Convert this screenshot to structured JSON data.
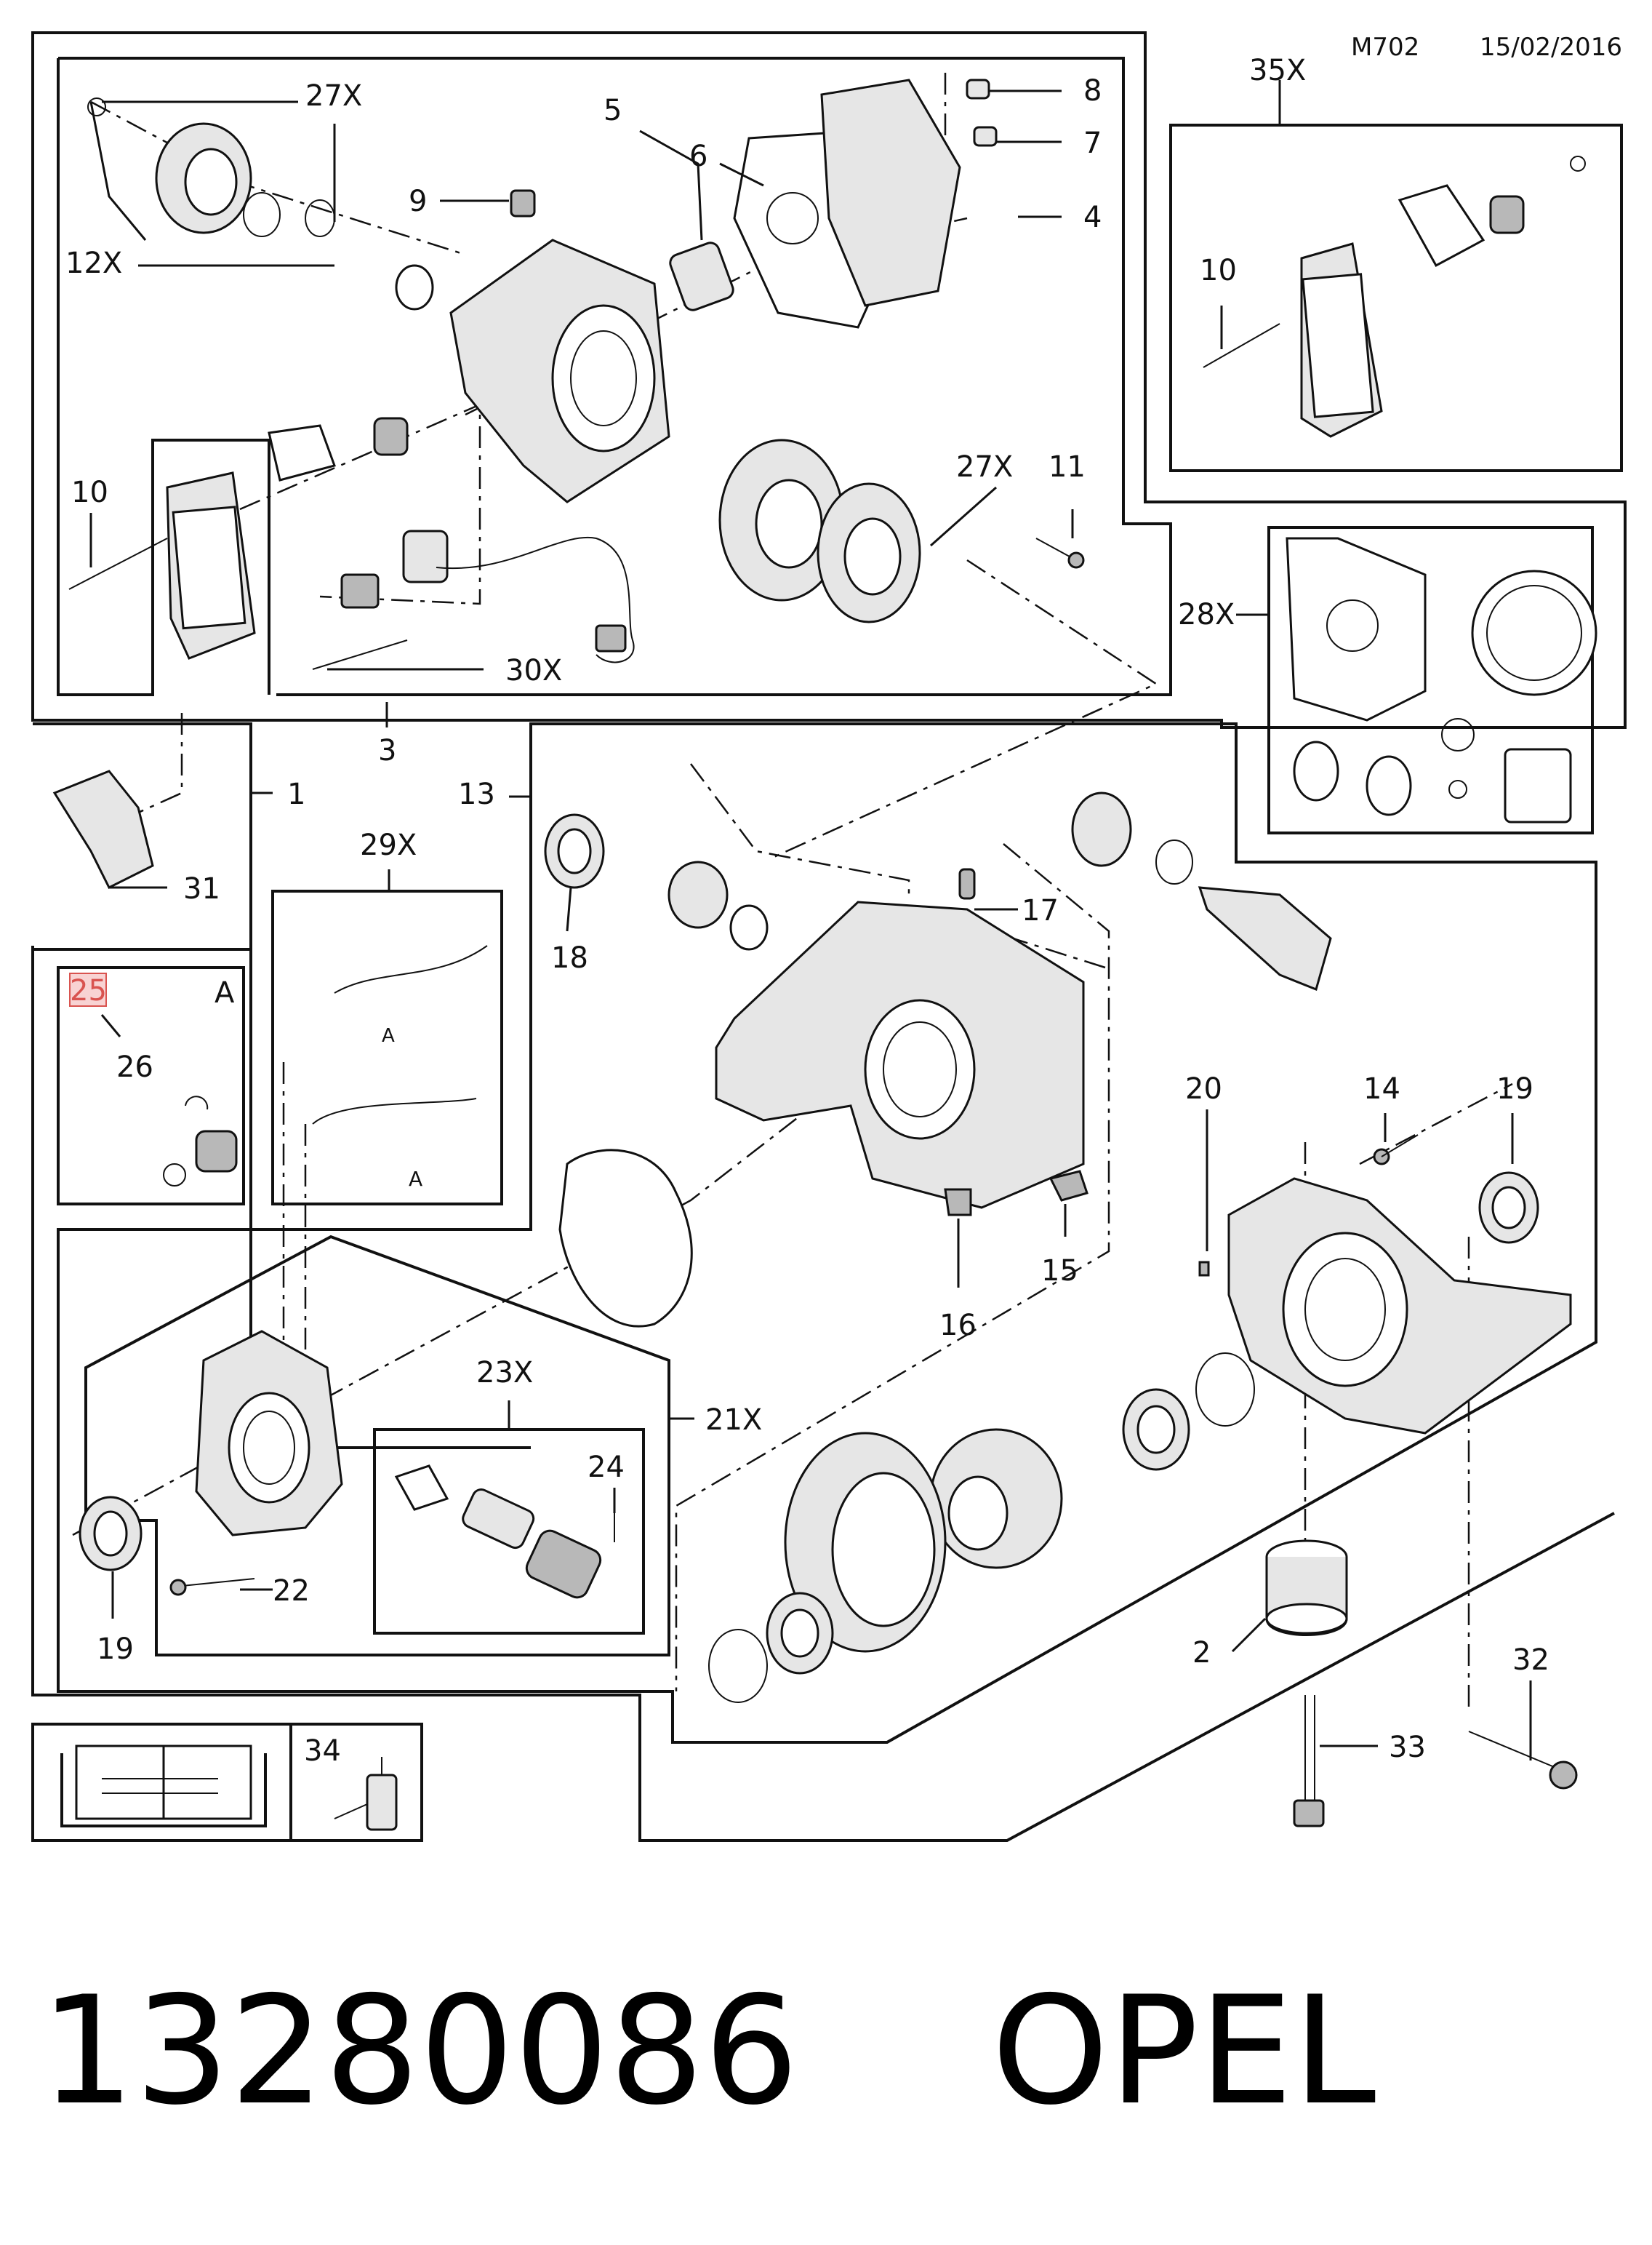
{
  "header": {
    "code": "M702",
    "date": "15/02/2016"
  },
  "footer": {
    "part_number": "13280086",
    "brand": "OPEL"
  },
  "callouts": [
    {
      "id": "c27x_top",
      "text": "27X"
    },
    {
      "id": "c12x",
      "text": "12X"
    },
    {
      "id": "c5",
      "text": "5"
    },
    {
      "id": "c6",
      "text": "6"
    },
    {
      "id": "c8",
      "text": "8"
    },
    {
      "id": "c7",
      "text": "7"
    },
    {
      "id": "c4",
      "text": "4"
    },
    {
      "id": "c9",
      "text": "9"
    },
    {
      "id": "c10_left",
      "text": "10"
    },
    {
      "id": "c27x_mid",
      "text": "27X"
    },
    {
      "id": "c11",
      "text": "11"
    },
    {
      "id": "c30x",
      "text": "30X"
    },
    {
      "id": "c3",
      "text": "3"
    },
    {
      "id": "c35x",
      "text": "35X"
    },
    {
      "id": "c10_right",
      "text": "10"
    },
    {
      "id": "c28x",
      "text": "28X"
    },
    {
      "id": "c1",
      "text": "1"
    },
    {
      "id": "c31",
      "text": "31"
    },
    {
      "id": "c13",
      "text": "13"
    },
    {
      "id": "c29x",
      "text": "29X"
    },
    {
      "id": "c18",
      "text": "18"
    },
    {
      "id": "c17",
      "text": "17"
    },
    {
      "id": "c25",
      "text": "25"
    },
    {
      "id": "cA_box",
      "text": "A"
    },
    {
      "id": "c26",
      "text": "26"
    },
    {
      "id": "cA_1",
      "text": "A"
    },
    {
      "id": "cA_2",
      "text": "A"
    },
    {
      "id": "c20",
      "text": "20"
    },
    {
      "id": "c14",
      "text": "14"
    },
    {
      "id": "c19_right",
      "text": "19"
    },
    {
      "id": "c15",
      "text": "15"
    },
    {
      "id": "c16",
      "text": "16"
    },
    {
      "id": "c23x",
      "text": "23X"
    },
    {
      "id": "c21x",
      "text": "21X"
    },
    {
      "id": "c24",
      "text": "24"
    },
    {
      "id": "c22",
      "text": "22"
    },
    {
      "id": "c19_left",
      "text": "19"
    },
    {
      "id": "c2",
      "text": "2"
    },
    {
      "id": "c32",
      "text": "32"
    },
    {
      "id": "c33",
      "text": "33"
    },
    {
      "id": "c34",
      "text": "34"
    }
  ],
  "colors": {
    "line": "#111111",
    "highlight_box": "#f4b6b6",
    "highlight_text": "#d9534f"
  },
  "icons": {
    "manual": "workshop-manual-icon",
    "sealant": "sealant-tube-icon"
  }
}
